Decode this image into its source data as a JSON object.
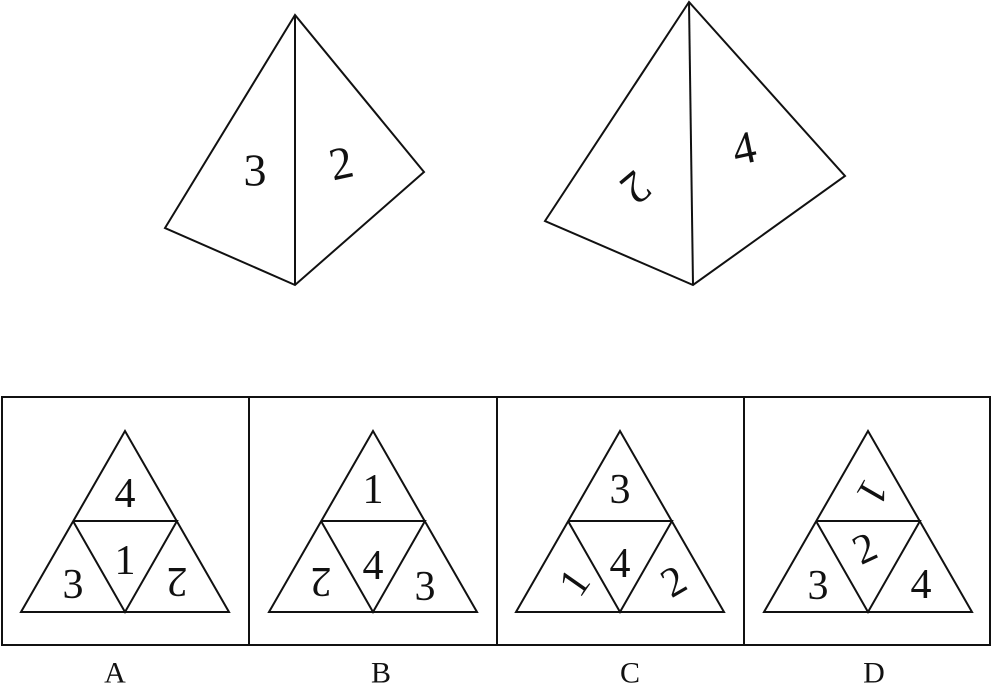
{
  "pyramids": [
    {
      "left_face": "3",
      "right_face": "2"
    },
    {
      "left_face": "2",
      "right_face": "4"
    }
  ],
  "options": [
    {
      "label": "A",
      "top": "4",
      "center": "1",
      "left": "3",
      "right": "2"
    },
    {
      "label": "B",
      "top": "1",
      "center": "4",
      "left": "2",
      "right": "3"
    },
    {
      "label": "C",
      "top": "3",
      "center": "4",
      "left": "1",
      "right": "2"
    },
    {
      "label": "D",
      "top": "1",
      "center": "2",
      "left": "3",
      "right": "4"
    }
  ]
}
